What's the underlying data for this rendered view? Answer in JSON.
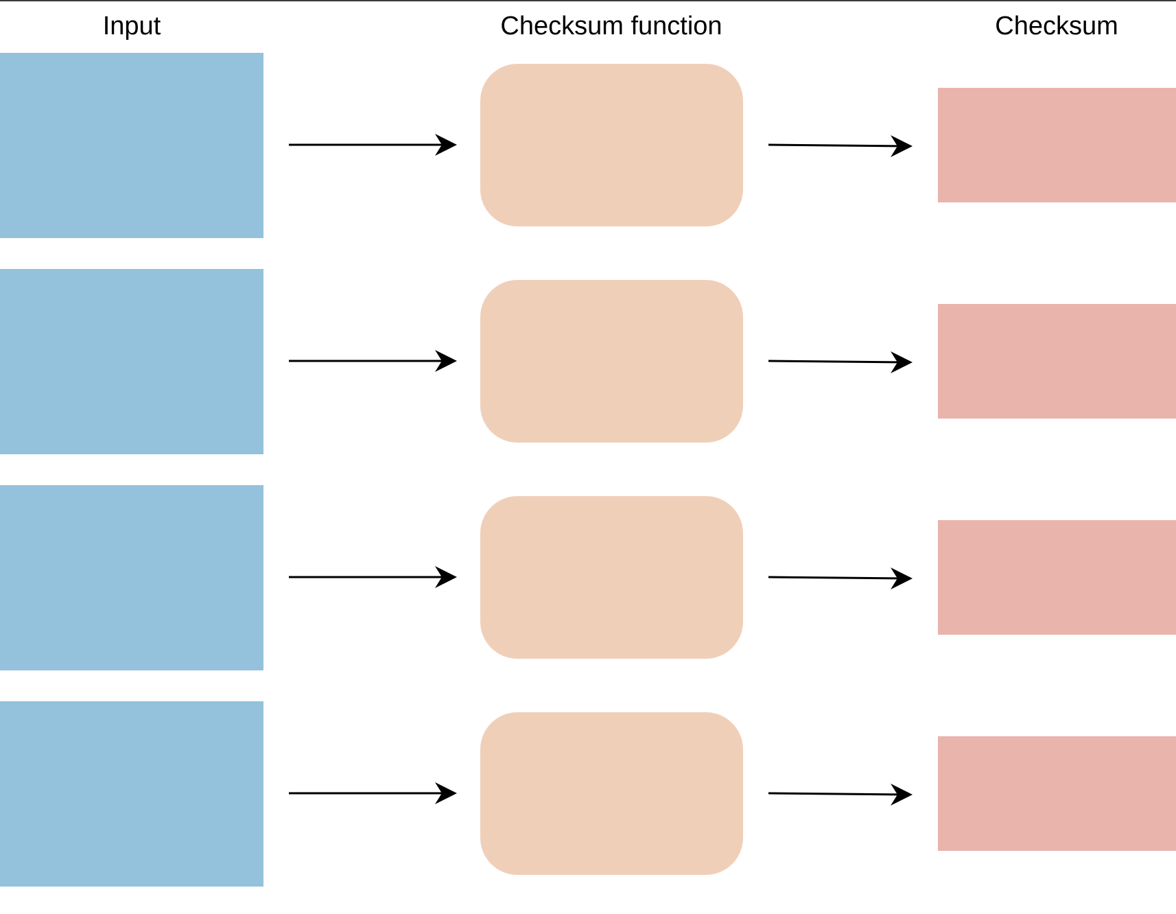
{
  "headers": {
    "input": "Input",
    "function": "Checksum function",
    "checksum": "Checksum"
  },
  "colors": {
    "input_fill": "#94c1db",
    "function_fill": "#f0cfb9",
    "checksum_fill": "#e9b4ac",
    "arrow": "#000000",
    "border": "#3a3a3a"
  },
  "rows": [
    {
      "input": "",
      "function": "",
      "checksum": ""
    },
    {
      "input": "",
      "function": "",
      "checksum": ""
    },
    {
      "input": "",
      "function": "",
      "checksum": ""
    },
    {
      "input": "",
      "function": "",
      "checksum": ""
    }
  ]
}
